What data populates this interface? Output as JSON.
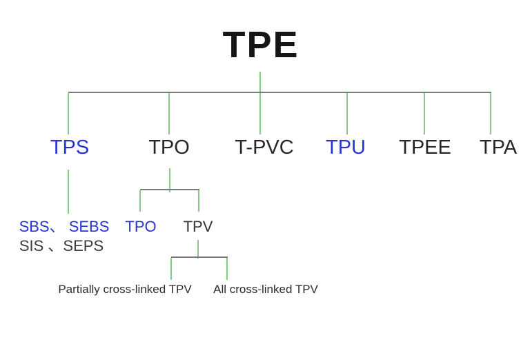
{
  "colors": {
    "blue": "#2733d4",
    "green": "#84c984",
    "line_gray": "#7d7d7d",
    "black_text": "#262626",
    "dark_gray_text": "#3a3a3a"
  },
  "tree": {
    "root": "TPE",
    "level1": [
      {
        "label": "TPS",
        "highlight": "blue"
      },
      {
        "label": "TPO",
        "highlight": "none"
      },
      {
        "label": "T-PVC",
        "highlight": "none"
      },
      {
        "label": "TPU",
        "highlight": "blue"
      },
      {
        "label": "TPEE",
        "highlight": "none"
      },
      {
        "label": "TPA",
        "highlight": "none"
      }
    ],
    "tps_children": {
      "line1": "SBS、 SEBS",
      "line2": "SIS 、SEPS"
    },
    "tpo_children": [
      {
        "label": "TPO",
        "highlight": "blue"
      },
      {
        "label": "TPV",
        "highlight": "none"
      }
    ],
    "tpv_children": [
      {
        "label": "Partially cross-linked TPV"
      },
      {
        "label": "All cross-linked TPV"
      }
    ]
  }
}
